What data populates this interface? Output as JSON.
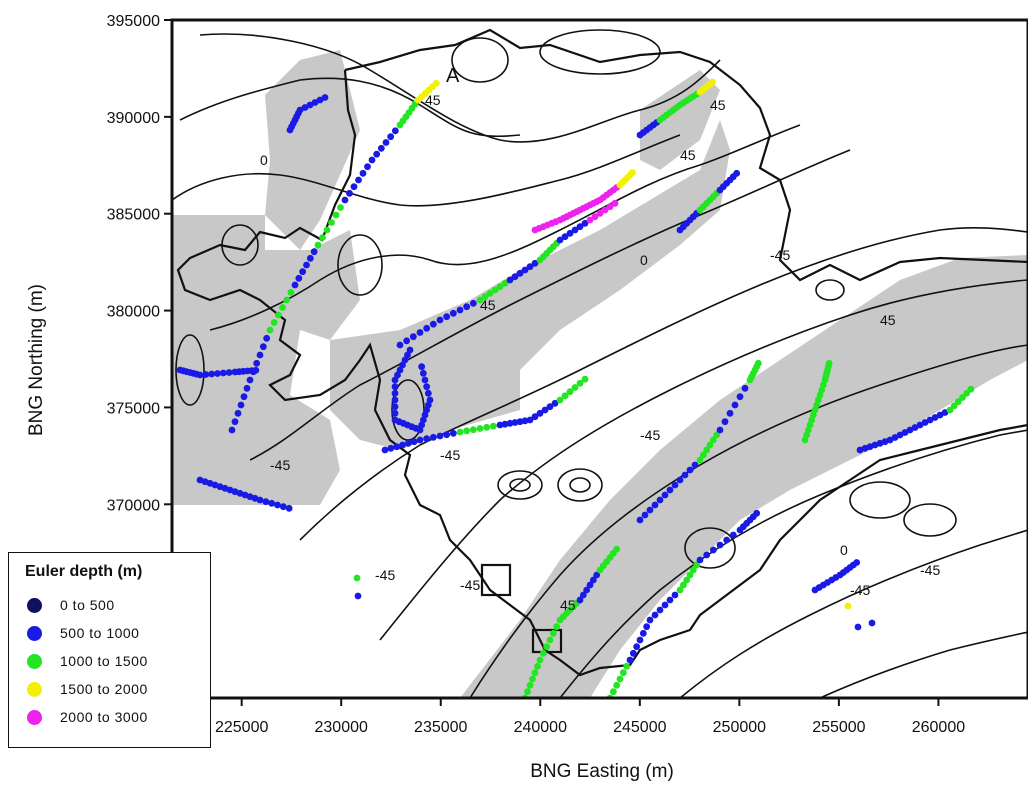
{
  "axes": {
    "x_title": "BNG Easting (m)",
    "y_title": "BNG Northing (m)",
    "x_ticks": [
      "225000",
      "230000",
      "235000",
      "240000",
      "245000",
      "250000",
      "255000",
      "260000"
    ],
    "y_ticks": [
      "395000",
      "390000",
      "385000",
      "380000",
      "375000",
      "370000"
    ],
    "x_range": [
      221500,
      264500
    ],
    "y_range": [
      360000,
      395000
    ]
  },
  "marker_label": "A",
  "contour_labels": [
    "-45",
    "0",
    "45"
  ],
  "legend": {
    "title": "Euler depth (m)",
    "items": [
      {
        "label": "0 to 500",
        "color": "#101060"
      },
      {
        "label": "500 to 1000",
        "color": "#1a1ae6"
      },
      {
        "label": "1000 to 1500",
        "color": "#22e622"
      },
      {
        "label": "1500 to 2000",
        "color": "#f2f200"
      },
      {
        "label": "2000 to 3000",
        "color": "#ee22ee"
      }
    ]
  },
  "colors": {
    "shading": "#c8c8c8",
    "contour": "#111111",
    "boundary": "#111111"
  }
}
